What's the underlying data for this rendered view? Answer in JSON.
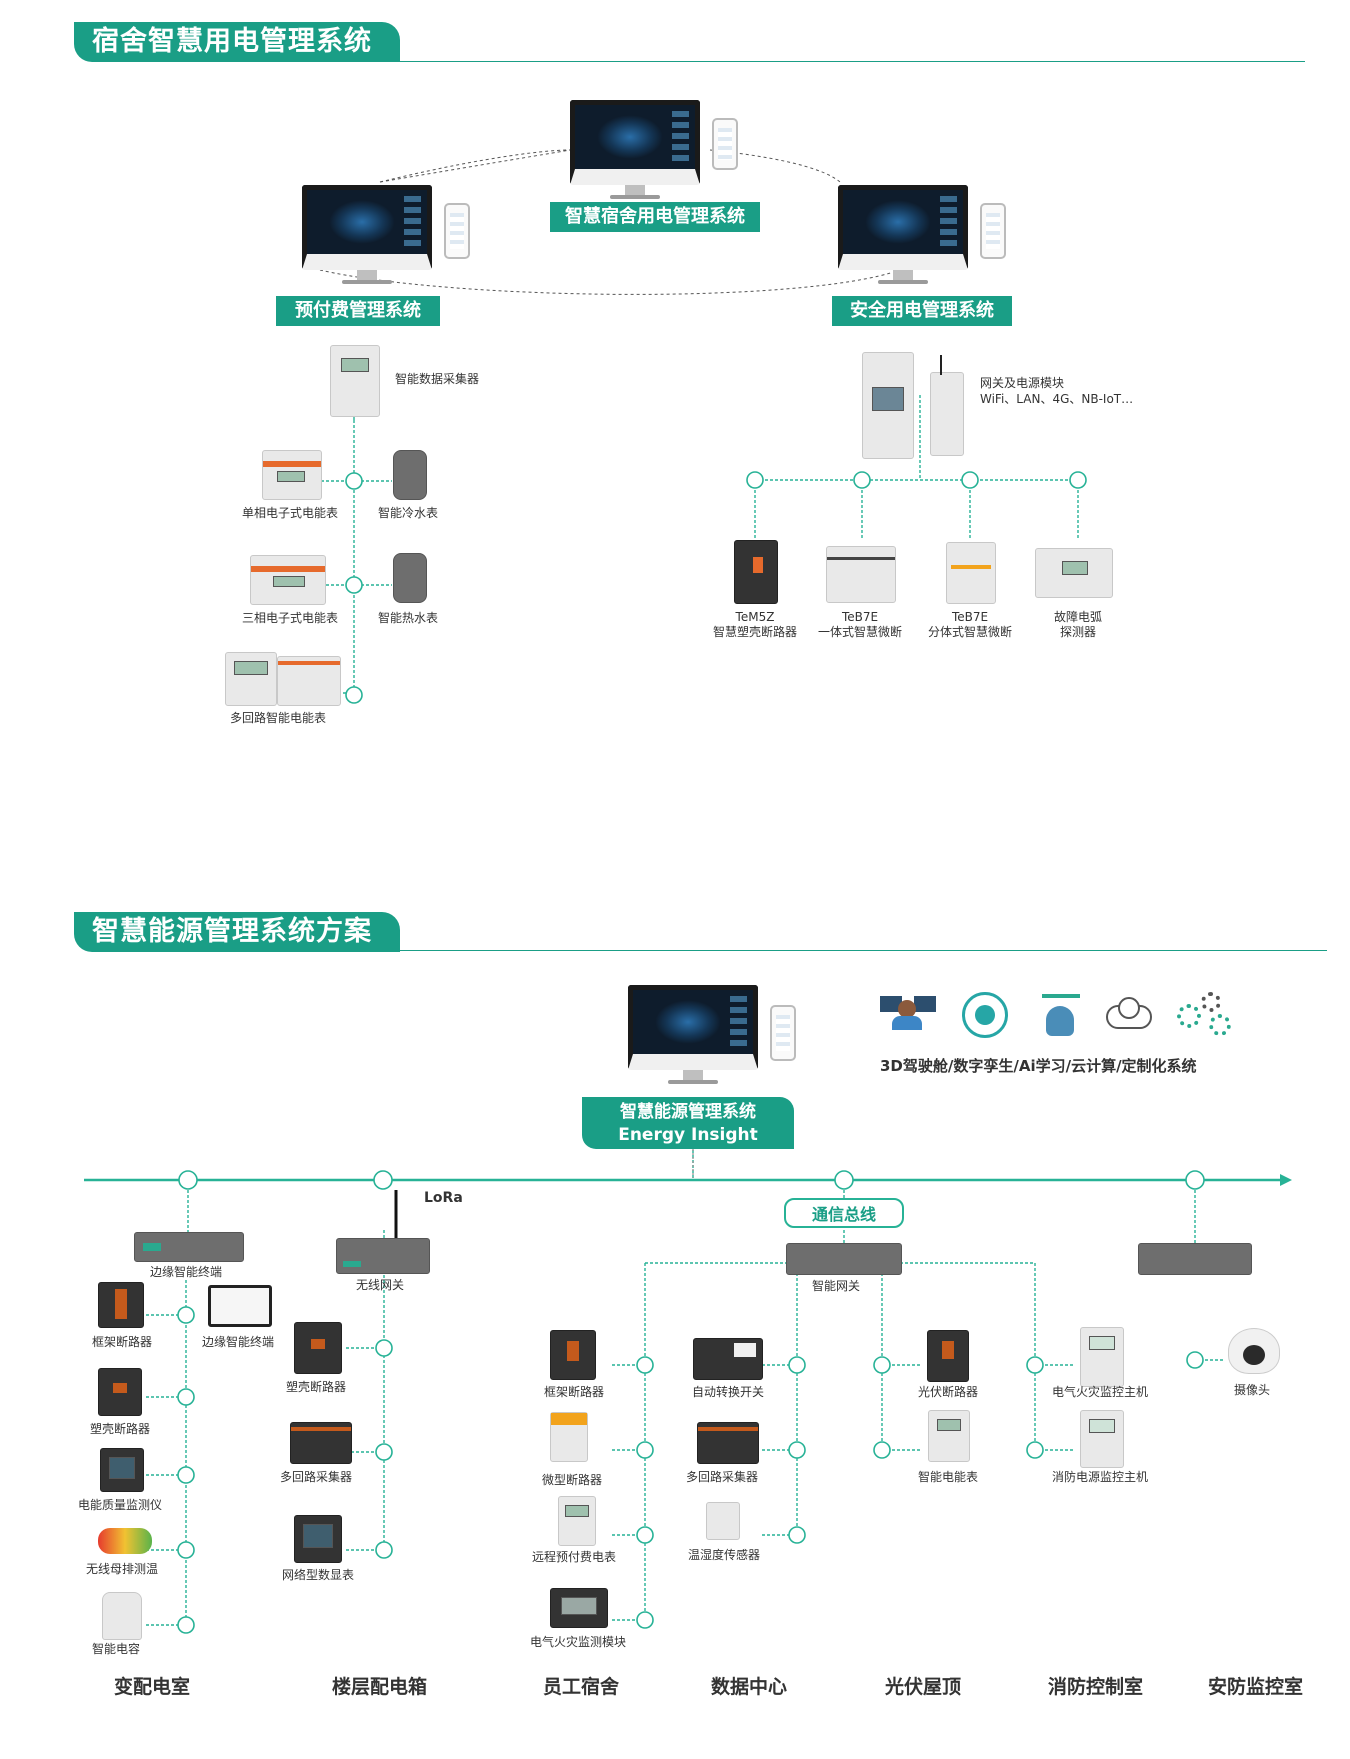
{
  "section1": {
    "title": "宿舍智慧用电管理系统",
    "center_system": "智慧宿舍用电管理系统",
    "left_system": "预付费管理系统",
    "right_system": "安全用电管理系统",
    "prepaid": {
      "collector": "智能数据采集器",
      "items": [
        "单相电子式电能表",
        "智能冷水表",
        "三相电子式电能表",
        "智能热水表",
        "多回路智能电能表"
      ]
    },
    "safety": {
      "gateway_line1": "网关及电源模块",
      "gateway_line2": "WiFi、LAN、4G、NB-IoT…",
      "devices": [
        {
          "line1": "TeM5Z",
          "line2": "智慧塑壳断路器"
        },
        {
          "line1": "TeB7E",
          "line2": "一体式智慧微断"
        },
        {
          "line1": "TeB7E",
          "line2": "分体式智慧微断"
        },
        {
          "line1": "故障电弧",
          "line2": "探测器"
        }
      ]
    }
  },
  "section2": {
    "title": "智慧能源管理系统方案",
    "features": "3D驾驶舱/数字孪生/Ai学习/云计算/定制化系统",
    "system_name": "智慧能源管理系统",
    "system_name_en": "Energy Insight",
    "bus_label": "通信总线",
    "lora": "LoRa",
    "zones": [
      "变配电室",
      "楼层配电箱",
      "员工宿舍",
      "数据中心",
      "光伏屋顶",
      "消防控制室",
      "安防监控室"
    ],
    "substation": {
      "terminal": "边缘智能终端",
      "items": [
        "框架断路器",
        "边缘智能终端",
        "塑壳断路器",
        "电能质量监测仪",
        "无线母排测温",
        "智能电容"
      ]
    },
    "floor_box": {
      "gateway": "无线网关",
      "items": [
        "塑壳断路器",
        "多回路采集器",
        "网络型数显表"
      ]
    },
    "smart_gateway": "智能网关",
    "dorm": {
      "items": [
        "框架断路器",
        "微型断路器",
        "远程预付费电表",
        "电气火灾监测模块"
      ]
    },
    "datacenter": {
      "items": [
        "自动转换开关",
        "多回路采集器",
        "温湿度传感器"
      ]
    },
    "pv": {
      "items": [
        "光伏断路器",
        "智能电能表"
      ]
    },
    "fire": {
      "items": [
        "电气火灾监控主机",
        "消防电源监控主机"
      ]
    },
    "security": {
      "items": [
        "摄像头"
      ]
    }
  },
  "colors": {
    "accent": "#1a9e86",
    "line": "#27b296",
    "node_fill": "#ffffff"
  }
}
